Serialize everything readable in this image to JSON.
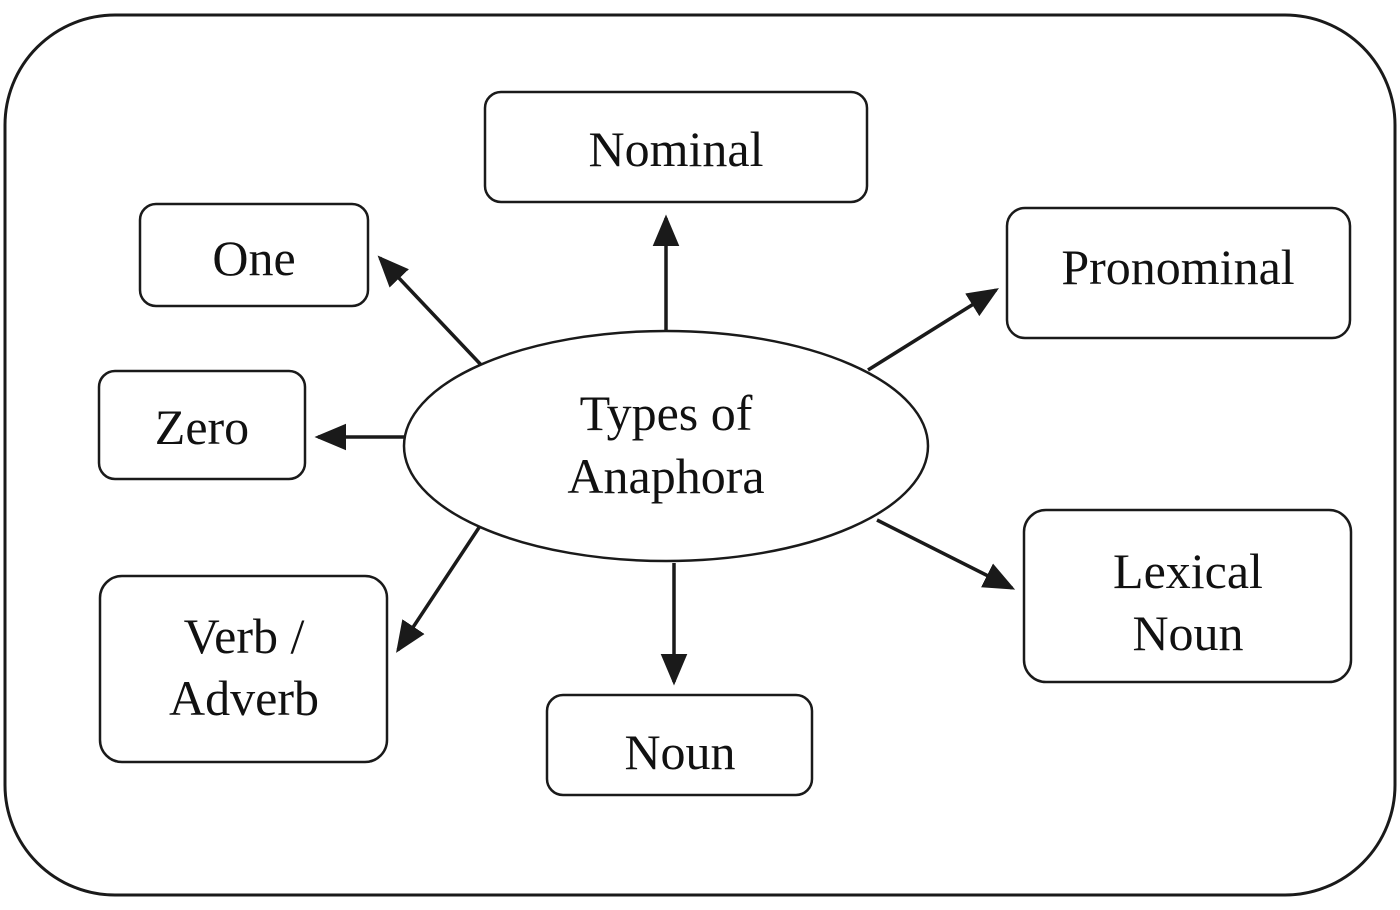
{
  "center": {
    "lines": [
      "Types of",
      "Anaphora"
    ]
  },
  "nodes": {
    "nominal": {
      "lines": [
        "Nominal"
      ]
    },
    "one": {
      "lines": [
        "One"
      ]
    },
    "pronominal": {
      "lines": [
        "Pronominal"
      ]
    },
    "zero": {
      "lines": [
        "Zero"
      ]
    },
    "lexical_noun": {
      "lines": [
        "Lexical",
        "Noun"
      ]
    },
    "verb_adverb": {
      "lines": [
        "Verb /",
        "Adverb"
      ]
    },
    "noun": {
      "lines": [
        "Noun"
      ]
    }
  },
  "colors": {
    "stroke": "#1a1a1a",
    "background": "#ffffff",
    "text": "#111111"
  }
}
